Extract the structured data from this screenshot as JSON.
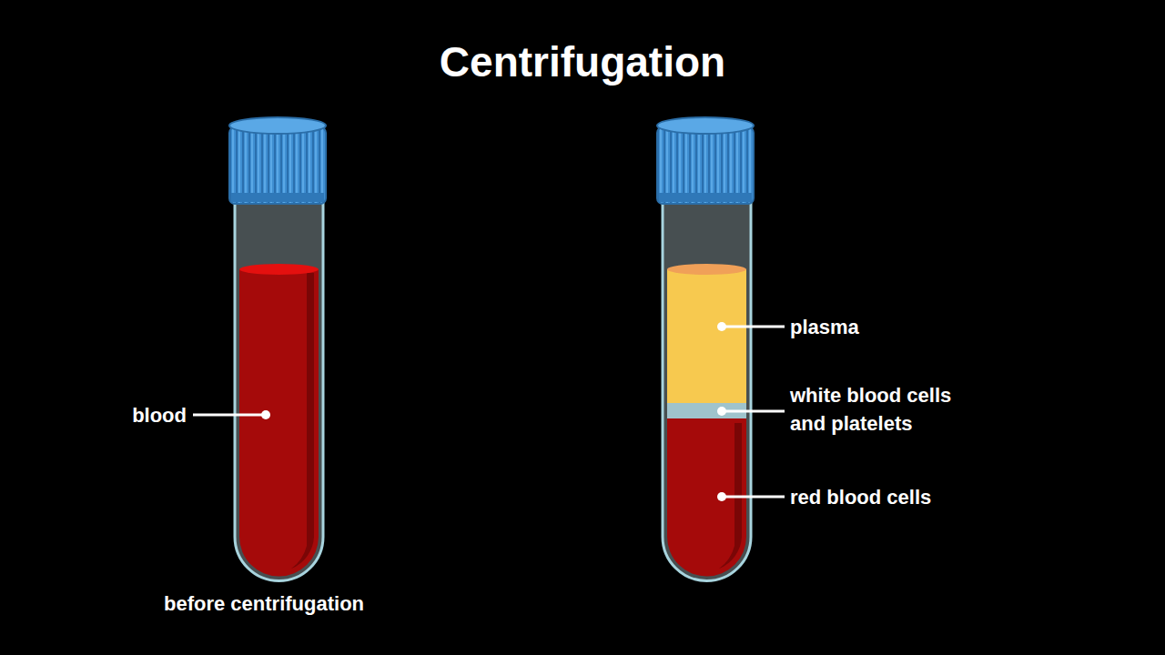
{
  "diagram": {
    "title": "Centrifugation",
    "labels": [
      "blood",
      "before centrifugation",
      "plasma",
      "white blood cells and platelets",
      "red blood cells"
    ]
  }
}
